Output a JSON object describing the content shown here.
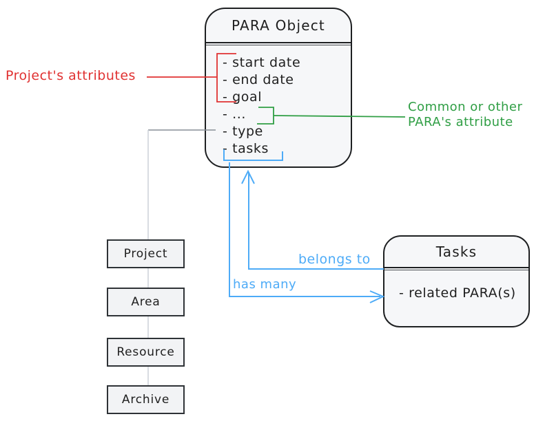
{
  "para_object": {
    "title": "PARA Object",
    "attributes": [
      "- start date",
      "- end date",
      "- goal",
      "- ...",
      "- type",
      "- tasks"
    ]
  },
  "tasks_entity": {
    "title": "Tasks",
    "attributes": [
      "- related PARA(s)"
    ]
  },
  "para_types": [
    "Project",
    "Area",
    "Resource",
    "Archive"
  ],
  "annotations": {
    "project_attributes_label": "Project's attributes",
    "common_attribute_label_line1": "Common or other",
    "common_attribute_label_line2": "PARA's attribute",
    "belongs_to_label": "belongs to",
    "has_many_label": "has many"
  },
  "colors": {
    "red": "#e03131",
    "green": "#2f9e44",
    "blue": "#4dabf7",
    "ink": "#1e1e1e",
    "connector_gray": "#868e96",
    "connector_light_gray": "#ced4da",
    "box_fill": "#f6f7f9"
  }
}
